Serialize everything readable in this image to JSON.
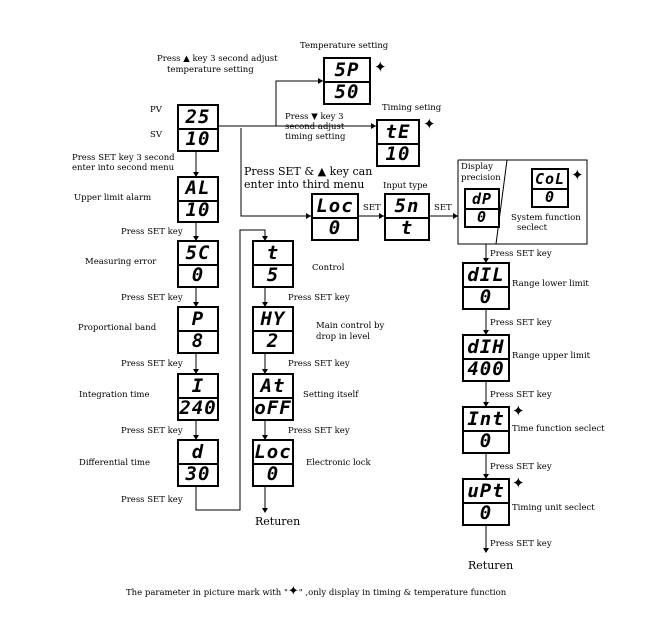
{
  "displays": {
    "sp": {
      "top": "5P",
      "bottom": "50"
    },
    "main": {
      "top": "25",
      "bottom": "10"
    },
    "te": {
      "top": "tE",
      "bottom": "10"
    },
    "al": {
      "top": "AL",
      "bottom": "10"
    },
    "sc": {
      "top": "5C",
      "bottom": "0"
    },
    "p": {
      "top": "P",
      "bottom": "8"
    },
    "i": {
      "top": "I",
      "bottom": "240"
    },
    "d": {
      "top": "d",
      "bottom": "30"
    },
    "loc": {
      "top": "Loc",
      "bottom": "0"
    },
    "sn": {
      "top": "5n",
      "bottom": "t"
    },
    "dp": {
      "top": "dP",
      "bottom": "0"
    },
    "col": {
      "top": "CoL",
      "bottom": "0"
    },
    "dil": {
      "top": "dIL",
      "bottom": "0"
    },
    "dih": {
      "top": "dIH",
      "bottom": "400"
    },
    "int": {
      "top": "Int",
      "bottom": "0"
    },
    "upt": {
      "top": "uPt",
      "bottom": "0"
    },
    "t": {
      "top": "t",
      "bottom": "5"
    },
    "hy": {
      "top": "HY",
      "bottom": "2"
    },
    "at": {
      "top": "At",
      "bottom": "oFF"
    },
    "loc2": {
      "top": "Loc",
      "bottom": "0"
    }
  },
  "labels": {
    "temp_setting": "Temperature setting",
    "press_up_1": "Press",
    "press_up_2": "key 3 second adjust",
    "press_up_3": "temperature setting",
    "pv": "PV",
    "sv": "SV",
    "timing_seting": "Timing seting",
    "press_down_1": "Press",
    "press_down_2": "key 3",
    "press_down_3": "second adjust",
    "press_down_4": "timing setting",
    "press_set_3s_1": "Press SET key 3 second",
    "press_set_3s_2": "enter into second menu",
    "upper_limit_alarm": "Upper limit alarm",
    "measuring_error": "Measuring error",
    "proportional_band": "Proportional band",
    "integration_time": "Integration time",
    "differential_time": "Differential time",
    "press_set_key": "Press SET key",
    "third_menu_1": "Press SET & ▲ key can",
    "third_menu_2": "enter into third menu",
    "set": "SET",
    "input_type": "Input type",
    "display_precision_1": "Display",
    "display_precision_2": "precision",
    "system_function_1": "System function",
    "system_function_2": "seclect",
    "control": "Control",
    "main_control_1": "Main control by",
    "main_control_2": "drop in level",
    "setting_itself": "Setting itself",
    "electronic_lock": "Electronic lock",
    "range_lower_limit": "Range lower limit",
    "range_upper_limit": "Range upper limit",
    "time_function": "Time function seclect",
    "timing_unit": "Timing unit seclect",
    "returen": "Returen",
    "footer_1": "The parameter in picture mark with \"",
    "footer_2": "\" ,only display in timing & temperature function",
    "up_arrow": "▲",
    "down_arrow": "▼"
  }
}
